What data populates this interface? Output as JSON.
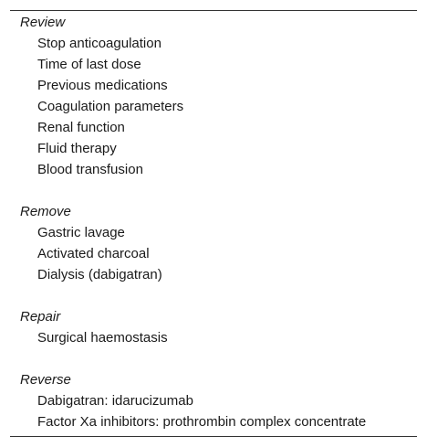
{
  "sections": [
    {
      "heading": "Review",
      "items": [
        "Stop anticoagulation",
        "Time of last dose",
        "Previous medications",
        "Coagulation parameters",
        "Renal function",
        "Fluid therapy",
        "Blood transfusion"
      ]
    },
    {
      "heading": "Remove",
      "items": [
        "Gastric lavage",
        "Activated charcoal",
        "Dialysis (dabigatran)"
      ]
    },
    {
      "heading": "Repair",
      "items": [
        "Surgical haemostasis"
      ]
    },
    {
      "heading": "Reverse",
      "items": [
        "Dabigatran: idarucizumab",
        "Factor Xa inhibitors: prothrombin complex concentrate"
      ]
    }
  ]
}
